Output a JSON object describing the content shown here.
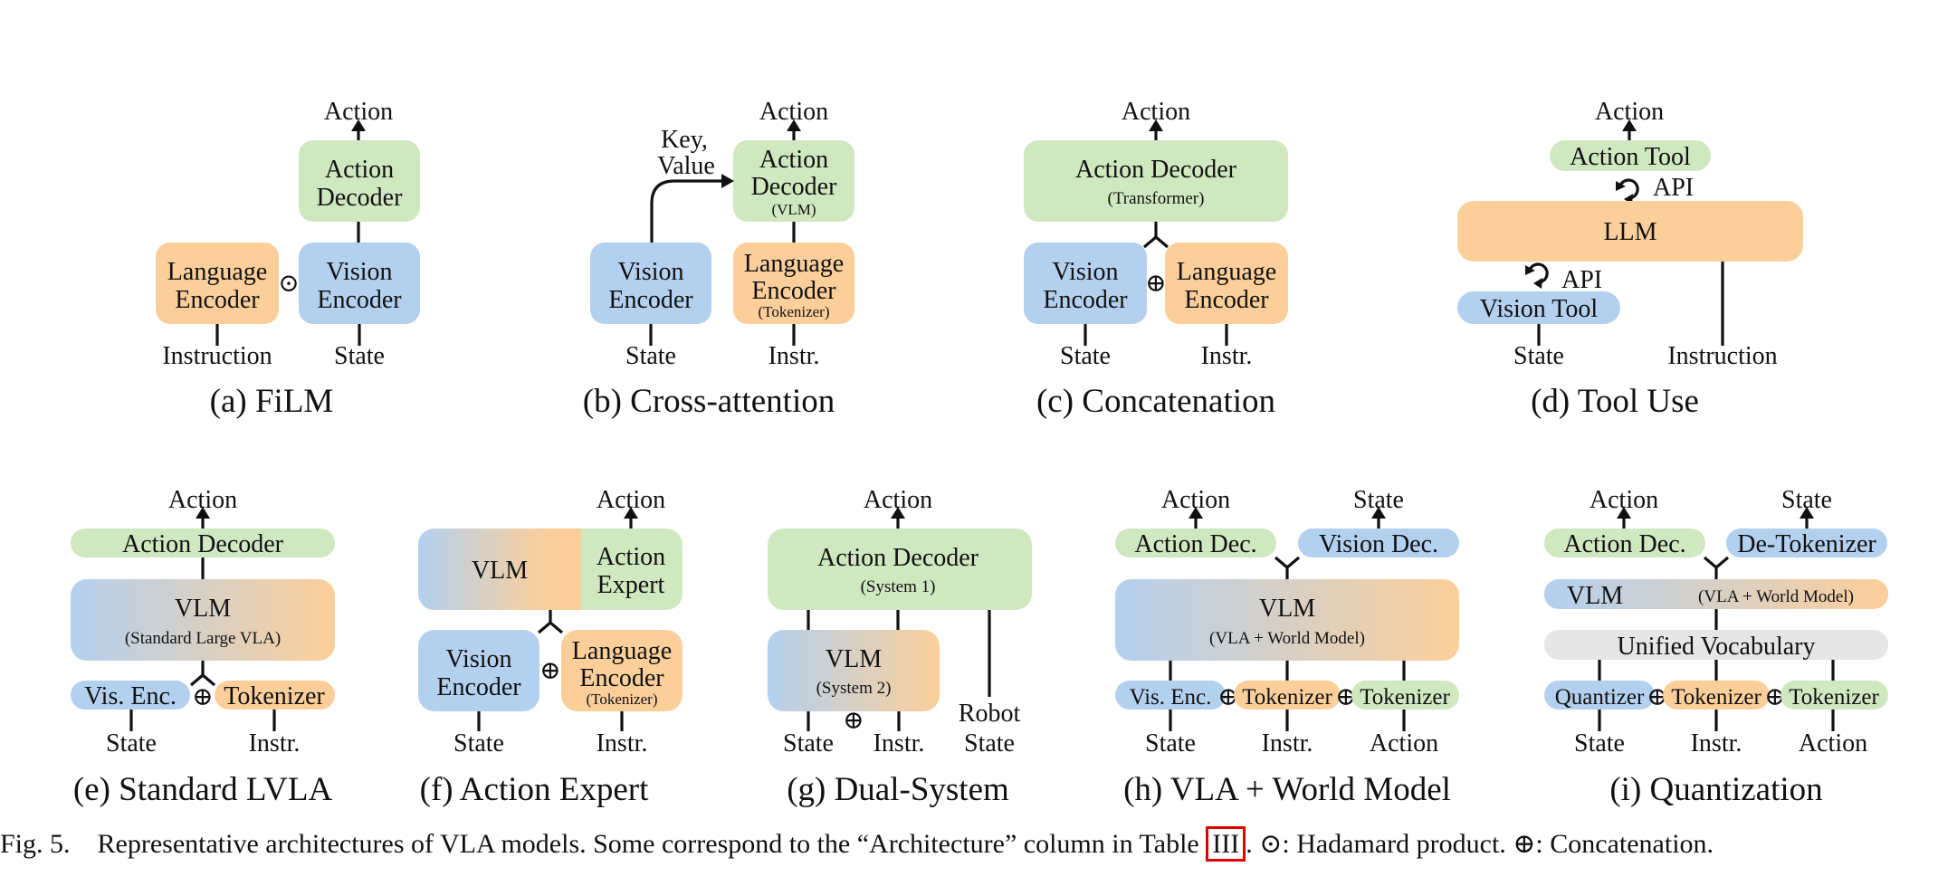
{
  "colors": {
    "green": "#cfe8c0",
    "orange": "#fccf9a",
    "blue": "#b3d0ef",
    "gray": "#e6e6e6",
    "ref_box": "#e00000"
  },
  "a": {
    "action": "Action",
    "decoder_l1": "Action",
    "decoder_l2": "Decoder",
    "lang_l1": "Language",
    "lang_l2": "Encoder",
    "op": "⊙",
    "vis_l1": "Vision",
    "vis_l2": "Encoder",
    "in1": "Instruction",
    "in2": "State",
    "caption": "(a) FiLM"
  },
  "b": {
    "action": "Action",
    "kv_l1": "Key,",
    "kv_l2": "Value",
    "dec_l1": "Action",
    "dec_l2": "Decoder",
    "dec_sub": "(VLM)",
    "vis_l1": "Vision",
    "vis_l2": "Encoder",
    "lang_l1": "Language",
    "lang_l2": "Encoder",
    "lang_sub": "(Tokenizer)",
    "in1": "State",
    "in2": "Instr.",
    "caption": "(b) Cross-attention"
  },
  "c": {
    "action": "Action",
    "dec": "Action Decoder",
    "dec_sub": "(Transformer)",
    "vis_l1": "Vision",
    "vis_l2": "Encoder",
    "op": "⊕",
    "lang_l1": "Language",
    "lang_l2": "Encoder",
    "in1": "State",
    "in2": "Instr.",
    "caption": "(c) Concatenation"
  },
  "d": {
    "action": "Action",
    "tool": "Action Tool",
    "api1": "API",
    "llm": "LLM",
    "api2": "API",
    "vis_tool": "Vision Tool",
    "in1": "State",
    "in2": "Instruction",
    "caption": "(d) Tool Use"
  },
  "e": {
    "action": "Action",
    "dec": "Action Decoder",
    "vlm": "VLM",
    "vlm_sub": "(Standard Large VLA)",
    "vis": "Vis. Enc.",
    "op": "⊕",
    "tok": "Tokenizer",
    "in1": "State",
    "in2": "Instr.",
    "caption": "(e) Standard LVLA"
  },
  "f": {
    "action": "Action",
    "vlm": "VLM",
    "exp_l1": "Action",
    "exp_l2": "Expert",
    "vis_l1": "Vision",
    "vis_l2": "Encoder",
    "op": "⊕",
    "lang_l1": "Language",
    "lang_l2": "Encoder",
    "lang_sub": "(Tokenizer)",
    "in1": "State",
    "in2": "Instr.",
    "caption": "(f) Action Expert"
  },
  "g": {
    "action": "Action",
    "dec": "Action Decoder",
    "dec_sub": "(System 1)",
    "vlm": "VLM",
    "vlm_sub": "(System 2)",
    "robot_l1": "Robot",
    "robot_l2": "State",
    "op": "⊕",
    "in1": "State",
    "in2": "Instr.",
    "caption": "(g) Dual-System"
  },
  "h": {
    "out1": "Action",
    "out2": "State",
    "adec": "Action Dec.",
    "vdec": "Vision Dec.",
    "vlm": "VLM",
    "vlm_sub": "(VLA + World Model)",
    "vis": "Vis. Enc.",
    "op1": "⊕",
    "tok1": "Tokenizer",
    "op2": "⊕",
    "tok2": "Tokenizer",
    "in1": "State",
    "in2": "Instr.",
    "in3": "Action",
    "caption": "(h) VLA + World Model"
  },
  "i": {
    "out1": "Action",
    "out2": "State",
    "adec": "Action Dec.",
    "detok": "De-Tokenizer",
    "vlm": "VLM",
    "vlm_sub": "(VLA + World Model)",
    "vocab": "Unified Vocabulary",
    "quant": "Quantizer",
    "op1": "⊕",
    "tok1": "Tokenizer",
    "op2": "⊕",
    "tok2": "Tokenizer",
    "in1": "State",
    "in2": "Instr.",
    "in3": "Action",
    "caption": "(i) Quantization"
  },
  "figure_caption": {
    "prefix": "Fig. 5. Representative architectures of VLA models. Some correspond to the “Architecture” column in Table ",
    "ref": "III",
    "suffix": ". ⊙: Hadamard product. ⊕: Concatenation."
  }
}
